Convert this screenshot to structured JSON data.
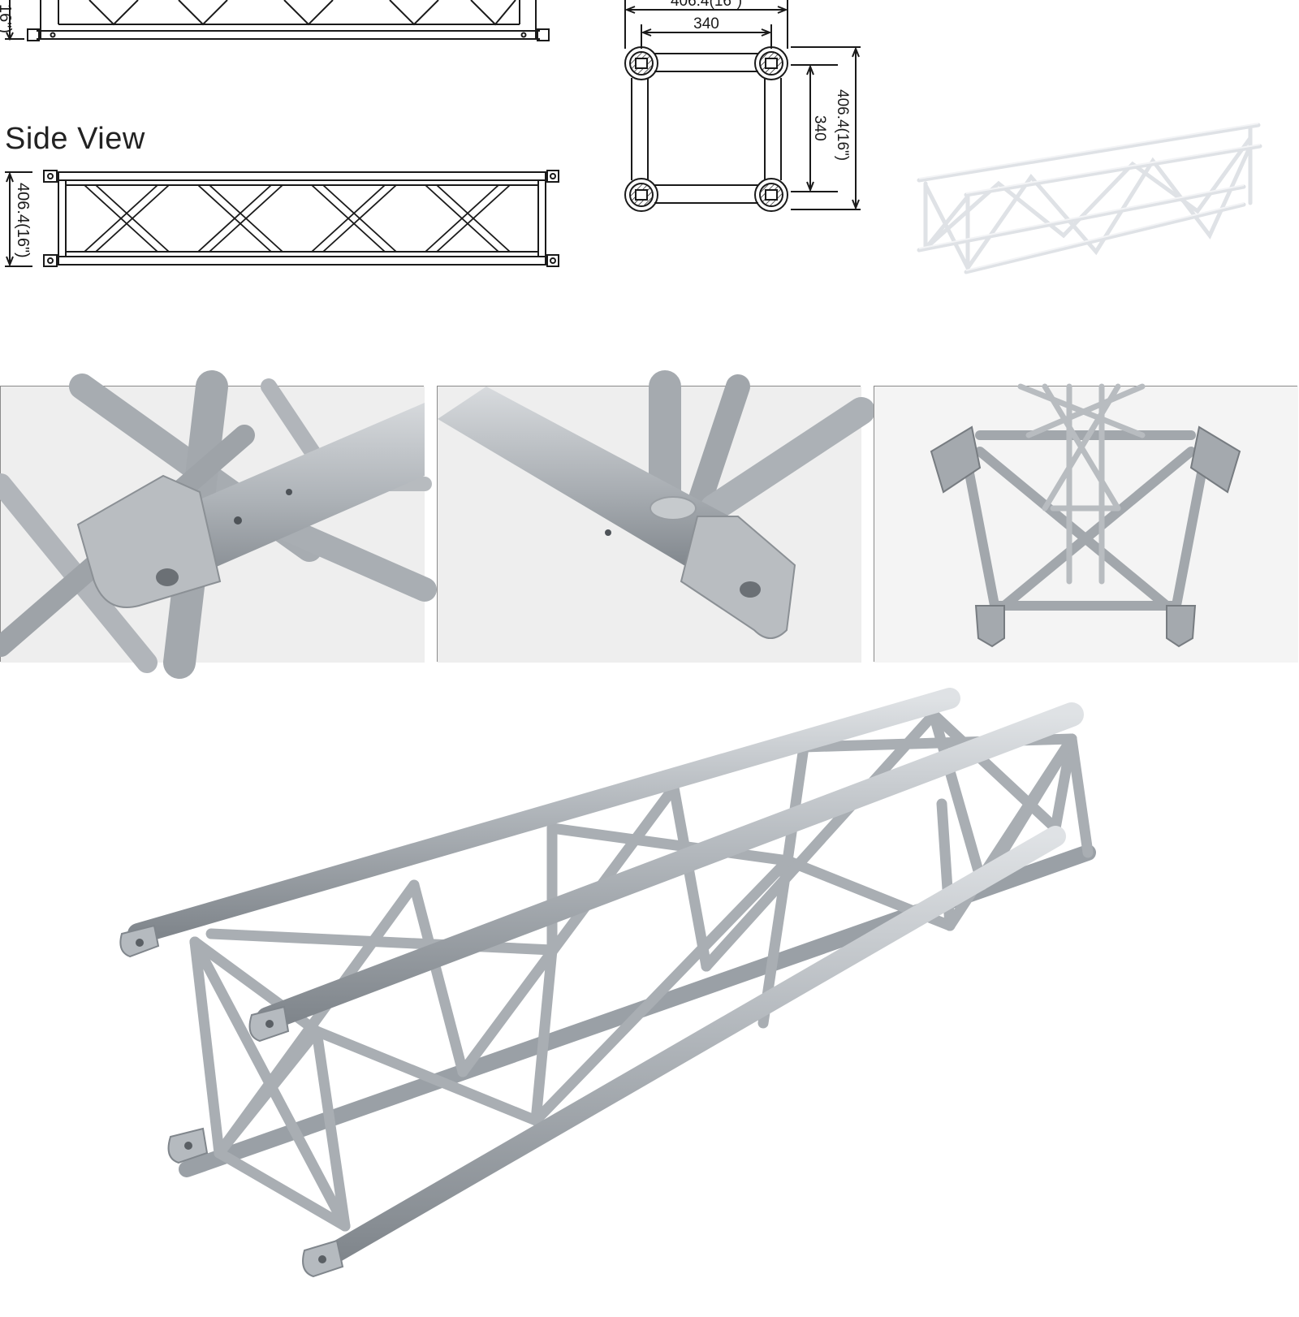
{
  "side_view": {
    "title": "Side View",
    "height_label": "406.4(16\")"
  },
  "top_view": {
    "height_label_partial": "16\")"
  },
  "cross_section": {
    "outer_width_label": "406.4(16\")",
    "inner_width_label": "340",
    "inner_height_label": "340",
    "outer_height_label": "406.4(16\")"
  },
  "colors": {
    "line": "#1a1a1a",
    "aluminum": "#b7bcc2",
    "aluminum_dark": "#8e949b",
    "faded_render": "#e3e5e8"
  }
}
